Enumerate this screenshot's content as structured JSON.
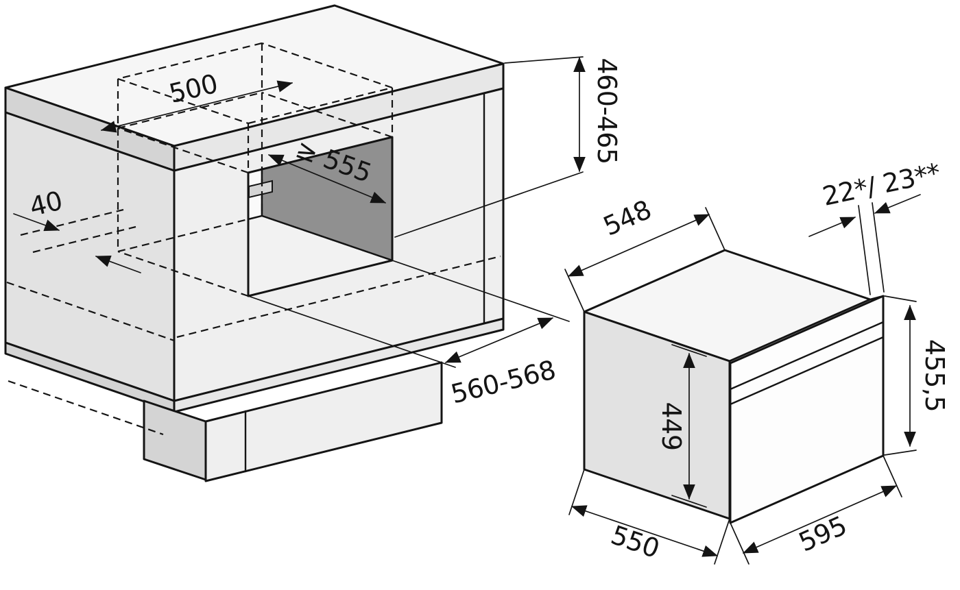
{
  "colors": {
    "line": "#141414",
    "background": "#ffffff",
    "face_top": "#f6f6f6",
    "face_side": "#e2e2e2",
    "face_front": "#efefef",
    "face_edge": "#e7e7e7",
    "face_edge_dark": "#d4d4d4",
    "face_strip": "#dcdcdc",
    "face_door": "#fdfdfd",
    "niche_wall": "#909090",
    "niche_ceiling": "#c2c2c2",
    "niche_floor": "#f2f2f2",
    "niche_back": "#fafafa"
  },
  "diagram": {
    "cabinet": {
      "cutout_depth": "500",
      "side_clearance": "40",
      "niche_depth_min": "≥ 555",
      "niche_height": "460-465",
      "niche_width": "560-568"
    },
    "appliance": {
      "width": "548",
      "front_overhang": "22*/ 23**",
      "front_height": "455,5",
      "height": "449",
      "depth": "550",
      "front_width": "595"
    }
  }
}
